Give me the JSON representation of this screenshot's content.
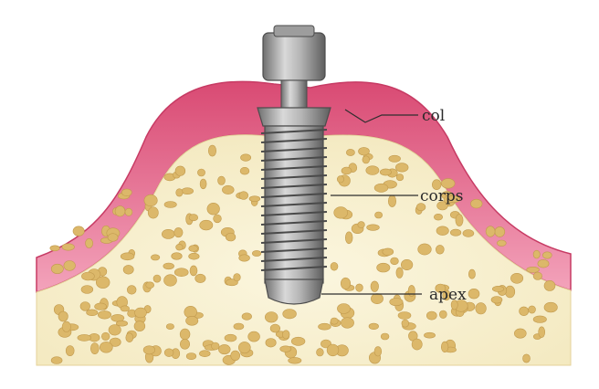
{
  "labels": {
    "col": "col",
    "corps": "corps",
    "apex": "apex"
  },
  "colors": {
    "gum_outer": "#e0567d",
    "gum_inner": "#f4a6bd",
    "bone": "#f6efcf",
    "bone_cell": "#dcb86a",
    "implant_metal": "#9a9a9a",
    "implant_dark": "#555555"
  }
}
